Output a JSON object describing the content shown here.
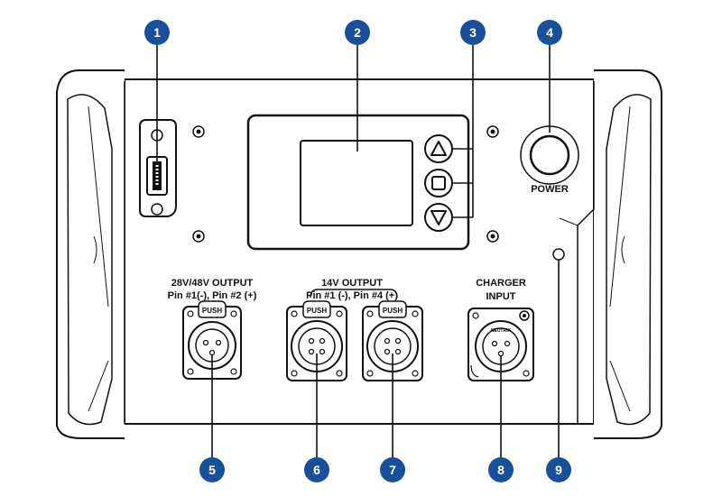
{
  "callouts": [
    {
      "number": "1",
      "color": "#1a4f9a"
    },
    {
      "number": "2",
      "color": "#1a4f9a"
    },
    {
      "number": "3",
      "color": "#1a4f9a"
    },
    {
      "number": "4",
      "color": "#1a4f9a"
    },
    {
      "number": "5",
      "color": "#1a4f9a"
    },
    {
      "number": "6",
      "color": "#1a4f9a"
    },
    {
      "number": "7",
      "color": "#1a4f9a"
    },
    {
      "number": "8",
      "color": "#1a4f9a"
    },
    {
      "number": "9",
      "color": "#1a4f9a"
    }
  ],
  "labels": {
    "power": "POWER",
    "output_28_48_title": "28V/48V OUTPUT",
    "output_28_48_pins": "Pin #1(-), Pin #2 (+)",
    "output_14_title": "14V OUTPUT",
    "output_14_pins": "Pin #1 (-), Pin #4 (+)",
    "charger_line1": "CHARGER",
    "charger_line2": "INPUT",
    "push": "PUSH",
    "neutrik": "NEUTRIK"
  },
  "display_buttons": [
    {
      "icon": "triangle-up-icon"
    },
    {
      "icon": "square-icon"
    },
    {
      "icon": "triangle-down-icon"
    }
  ],
  "colors": {
    "callout_blue": "#1a4f9a",
    "outline": "#111111",
    "background": "#ffffff"
  }
}
